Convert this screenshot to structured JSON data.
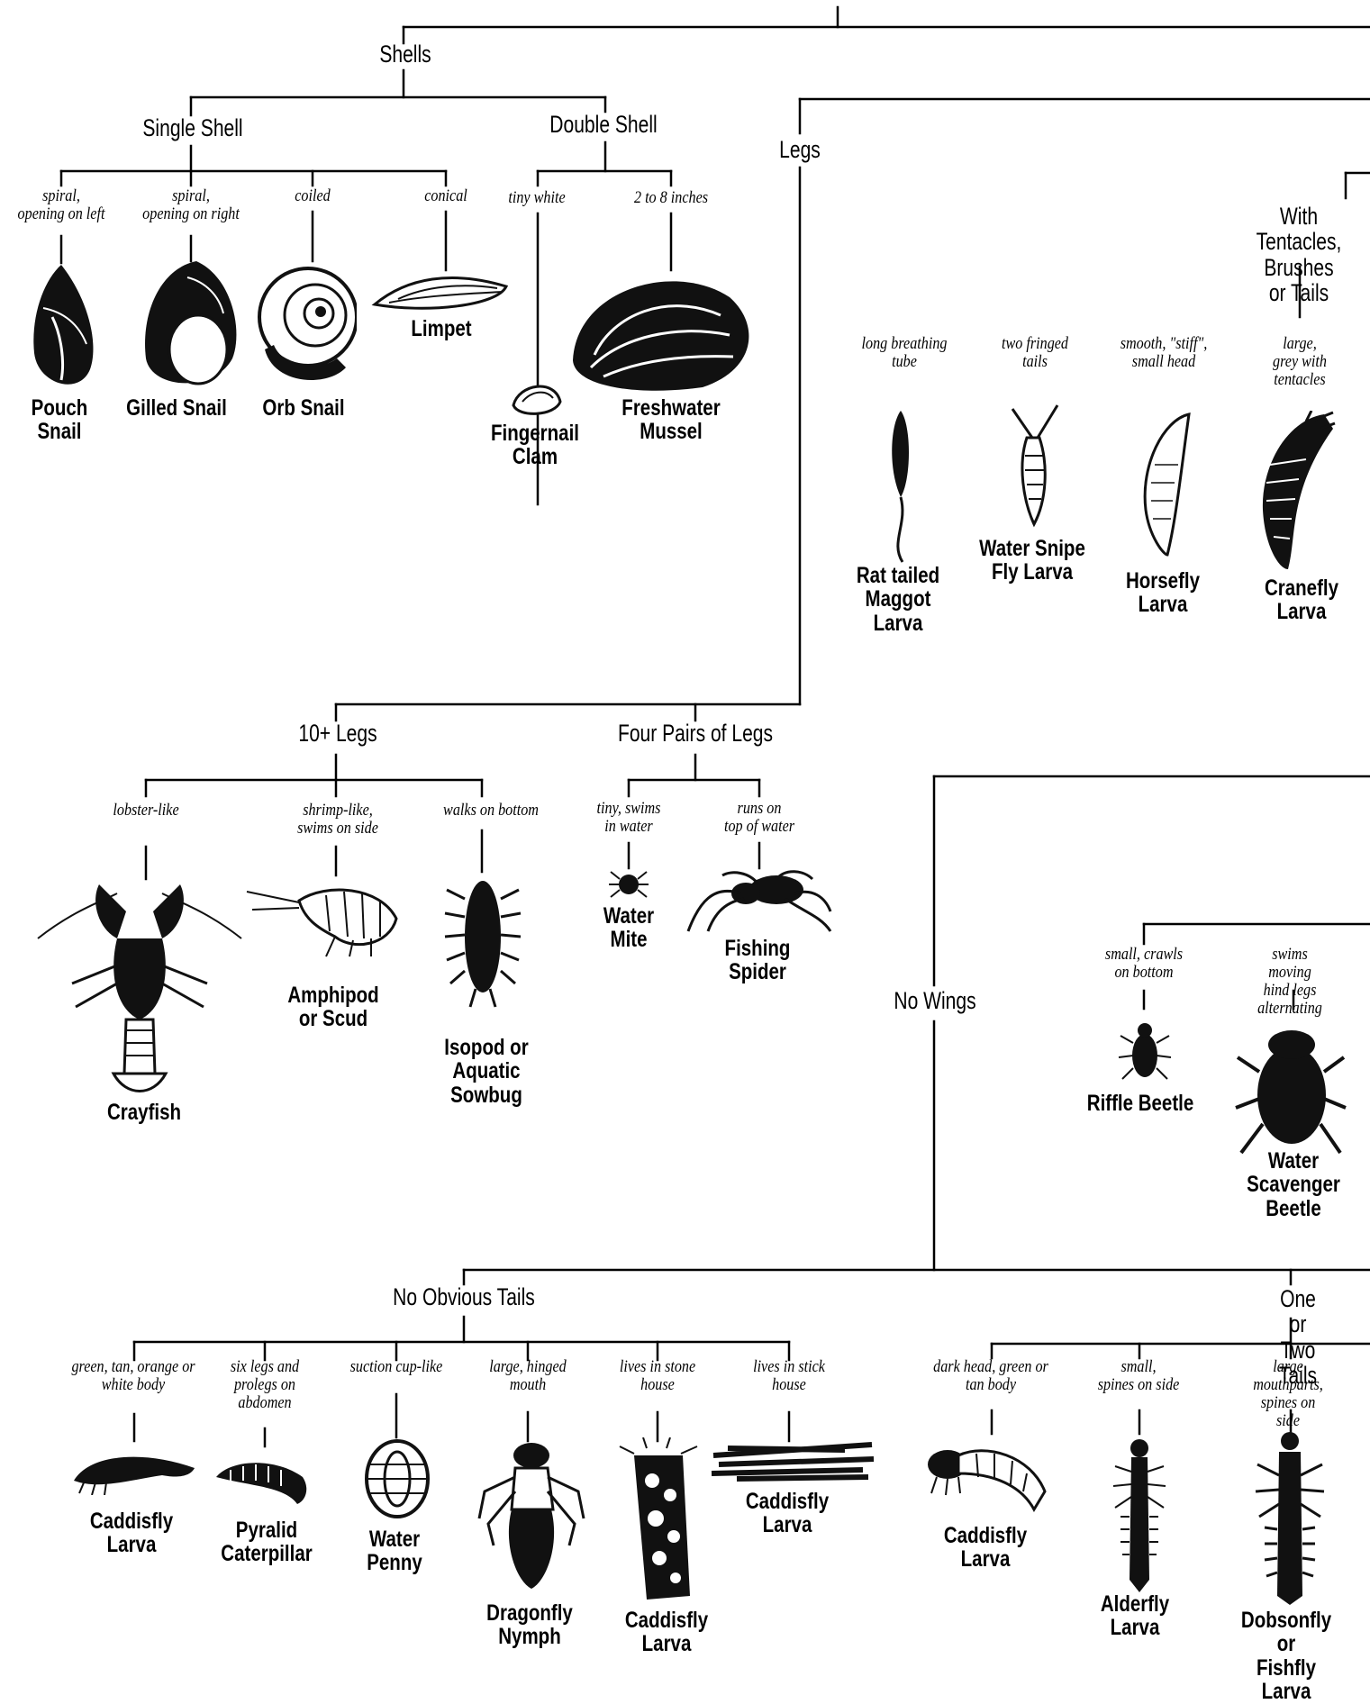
{
  "categories": {
    "shells": "Shells",
    "single_shell": "Single Shell",
    "double_shell": "Double Shell",
    "legs": "Legs",
    "tentacles": "With Tentacles,\nBrushes or Tails",
    "ten_legs": "10+ Legs",
    "four_pairs": "Four Pairs of Legs",
    "no_wings": "No Wings",
    "no_obvious_tails": "No Obvious Tails",
    "one_or_two_tails": "One or Two Tails"
  },
  "organisms": [
    {
      "id": "pouch-snail",
      "desc": "spiral,\nopening on left",
      "name": "Pouch\nSnail"
    },
    {
      "id": "gilled-snail",
      "desc": "spiral,\nopening on right",
      "name": "Gilled Snail"
    },
    {
      "id": "orb-snail",
      "desc": "coiled",
      "name": "Orb Snail"
    },
    {
      "id": "limpet",
      "desc": "conical",
      "name": "Limpet"
    },
    {
      "id": "fingernail-clam",
      "desc": "tiny white",
      "name": "Fingernail\nClam"
    },
    {
      "id": "freshwater-mussel",
      "desc": "2 to 8 inches",
      "name": "Freshwater\nMussel"
    },
    {
      "id": "rat-tailed-maggot",
      "desc": "long breathing\ntube",
      "name": "Rat tailed\nMaggot\nLarva"
    },
    {
      "id": "water-snipe-fly",
      "desc": "two fringed\ntails",
      "name": "Water Snipe\nFly Larva"
    },
    {
      "id": "horsefly-larva",
      "desc": "smooth, \"stiff\",\nsmall head",
      "name": "Horsefly\nLarva"
    },
    {
      "id": "cranefly-larva",
      "desc": "large, grey with\ntentacles",
      "name": "Cranefly\nLarva"
    },
    {
      "id": "crayfish",
      "desc": "lobster-like",
      "name": "Crayfish"
    },
    {
      "id": "amphipod",
      "desc": "shrimp-like,\nswims on side",
      "name": "Amphipod\nor Scud"
    },
    {
      "id": "isopod",
      "desc": "walks on bottom",
      "name": "Isopod or\nAquatic\nSowbug"
    },
    {
      "id": "water-mite",
      "desc": "tiny, swims\nin water",
      "name": "Water\nMite"
    },
    {
      "id": "fishing-spider",
      "desc": "runs on\ntop of water",
      "name": "Fishing\nSpider"
    },
    {
      "id": "riffle-beetle",
      "desc": "small, crawls\non bottom",
      "name": "Riffle Beetle"
    },
    {
      "id": "water-scavenger-beetle",
      "desc": "swims moving\nhind legs alternating",
      "name": "Water\nScavenger\nBeetle"
    },
    {
      "id": "caddisfly-larva-1",
      "desc": "green, tan, orange or\nwhite body",
      "name": "Caddisfly\nLarva"
    },
    {
      "id": "pyralid-caterpillar",
      "desc": "six legs and\nprolegs on\nabdomen",
      "name": "Pyralid\nCaterpillar"
    },
    {
      "id": "water-penny",
      "desc": "suction cup-like",
      "name": "Water\nPenny"
    },
    {
      "id": "dragonfly-nymph",
      "desc": "large, hinged\nmouth",
      "name": "Dragonfly\nNymph"
    },
    {
      "id": "caddisfly-larva-2",
      "desc": "lives in stone\nhouse",
      "name": "Caddisfly\nLarva"
    },
    {
      "id": "caddisfly-larva-3",
      "desc": "lives in stick\nhouse",
      "name": "Caddisfly\nLarva"
    },
    {
      "id": "caddisfly-larva-4",
      "desc": "dark head, green or\ntan body",
      "name": "Caddisfly\nLarva"
    },
    {
      "id": "alderfly-larva",
      "desc": "small,\nspines on side",
      "name": "Alderfly\nLarva"
    },
    {
      "id": "dobsonfly-larva",
      "desc": "large mouthparts,\nspines on side",
      "name": "Dobsonfly or\nFishfly Larva"
    }
  ]
}
